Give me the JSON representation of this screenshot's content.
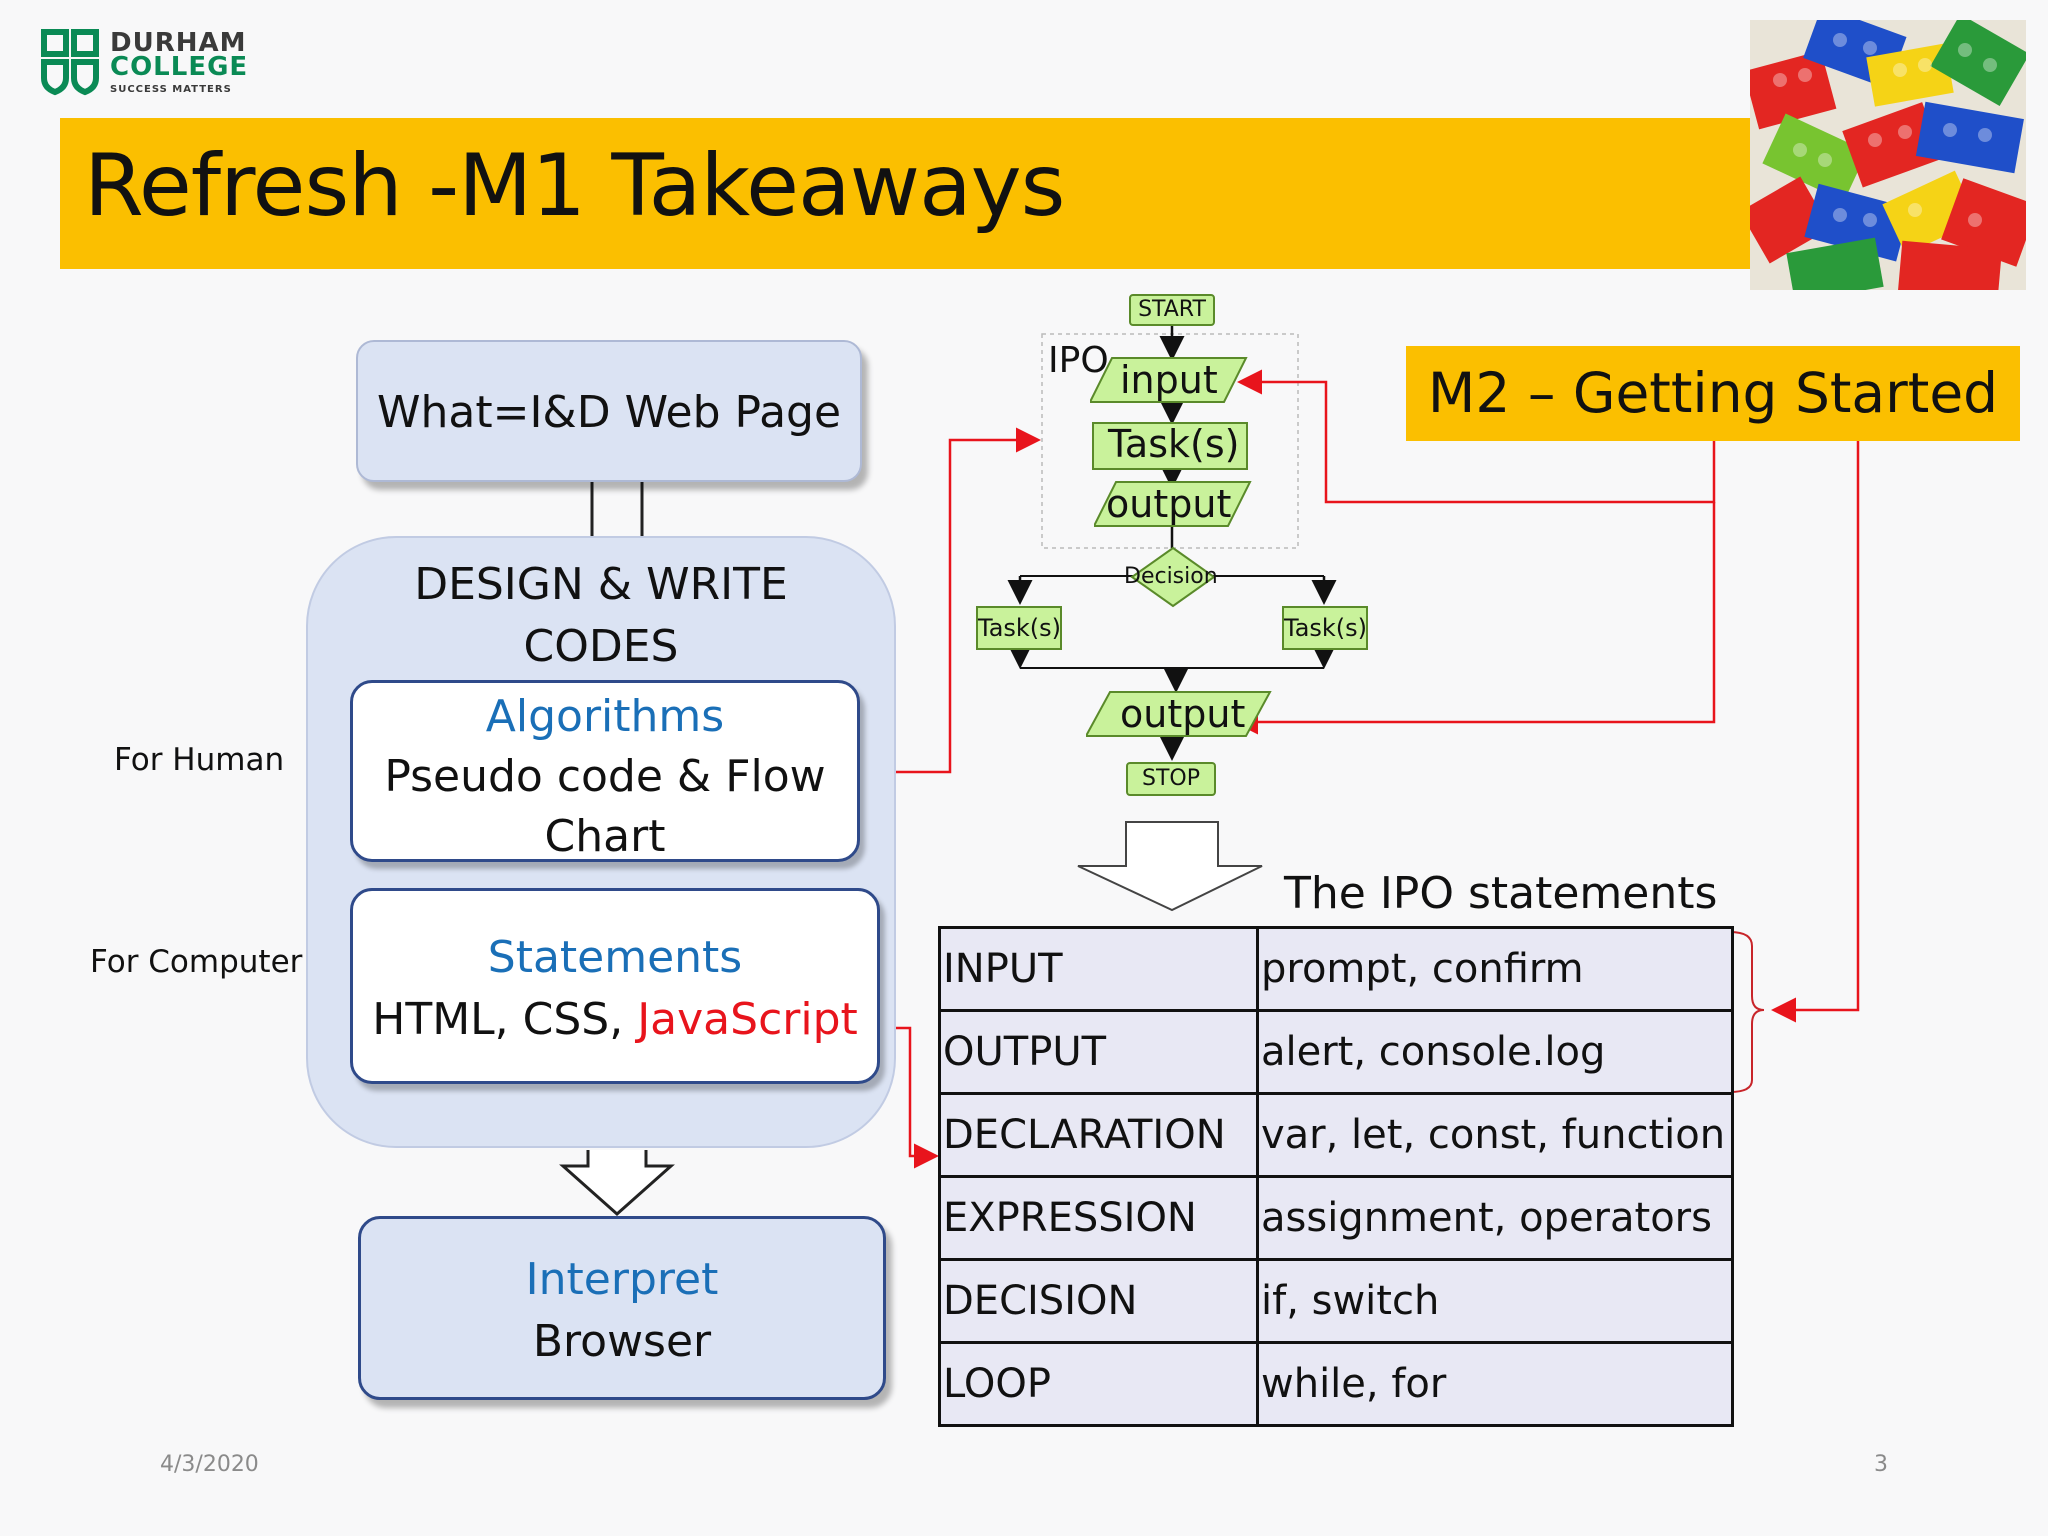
{
  "logo": {
    "line1": "DURHAM",
    "line2": "COLLEGE",
    "line3": "SUCCESS MATTERS"
  },
  "title": "Refresh -M1 Takeaways",
  "left_diagram": {
    "what_box": "What=I&D Web Page",
    "design_title_line1": "DESIGN & WRITE",
    "design_title_line2": "CODES",
    "algorithms": {
      "heading": "Algorithms",
      "line1": "Pseudo code & Flow",
      "line2": "Chart"
    },
    "statements": {
      "heading": "Statements",
      "text_black": "HTML, CSS, ",
      "text_red": "JavaScript"
    },
    "interpret": {
      "heading": "Interpret",
      "line2": "Browser"
    },
    "label_human": "For Human",
    "label_computer": "For Computer"
  },
  "flowchart": {
    "start": "START",
    "ipo_label": "IPO",
    "input": "input",
    "tasks": "Task(s)",
    "output": "output",
    "decision": "Decision",
    "task_left": "Task(s)",
    "task_right": "Task(s)",
    "output2": "output",
    "stop": "STOP"
  },
  "m2_banner": "M2 – Getting Started",
  "ipo_table": {
    "title": "The IPO statements",
    "rows": [
      {
        "statement": "INPUT",
        "examples": "prompt, confirm"
      },
      {
        "statement": "OUTPUT",
        "examples": "alert, console.log"
      },
      {
        "statement": "DECLARATION",
        "examples": "var, let, const, function"
      },
      {
        "statement": "EXPRESSION",
        "examples": "assignment, operators"
      },
      {
        "statement": "DECISION",
        "examples": "if, switch"
      },
      {
        "statement": "LOOP",
        "examples": "while, for"
      }
    ]
  },
  "footer": {
    "date": "4/3/2020",
    "page": "3"
  },
  "colors": {
    "title_bar": "#fbbf00",
    "box_fill": "#dbe3f3",
    "box_border": "#2f4a8a",
    "heading_blue": "#1a6fb7",
    "accent_red": "#e8141c",
    "flow_green": "#c9f29b"
  }
}
